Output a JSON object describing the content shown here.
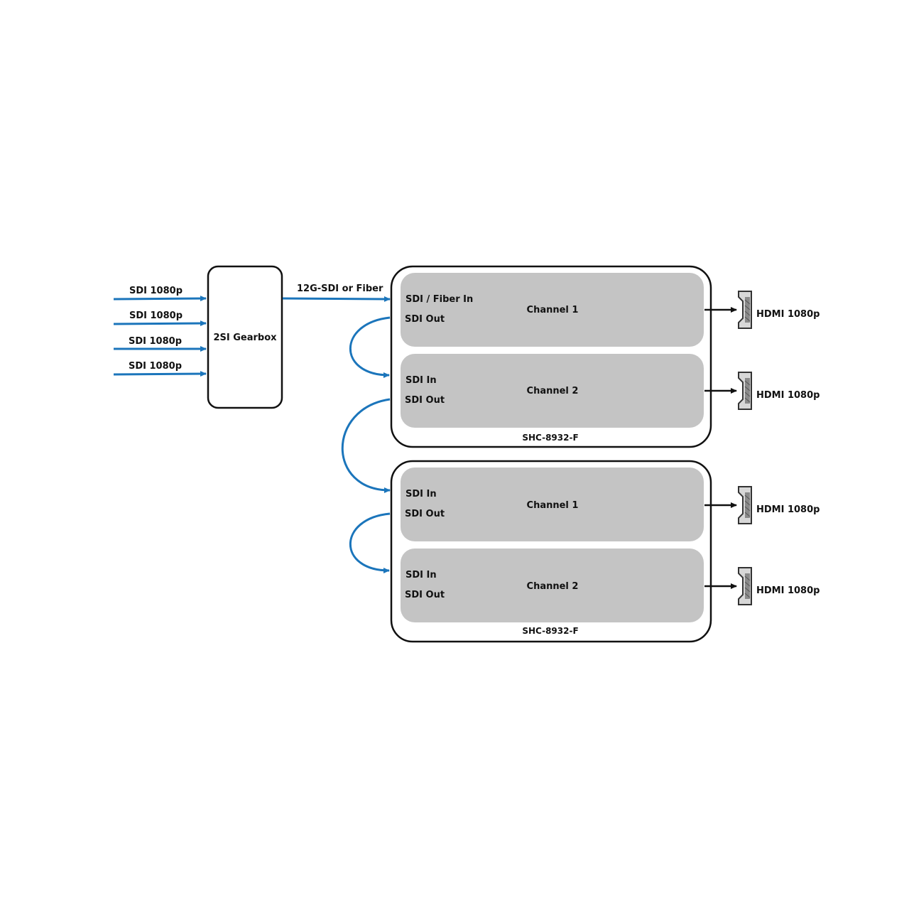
{
  "colors": {
    "signal": "#1b75bb",
    "hdmi_arrow": "#111111",
    "channel_fill": "#c4c4c4",
    "border": "#111111",
    "connector": "#8a8a8a"
  },
  "inputs": [
    {
      "label": "SDI 1080p"
    },
    {
      "label": "SDI 1080p"
    },
    {
      "label": "SDI 1080p"
    },
    {
      "label": "SDI 1080p"
    }
  ],
  "gearbox": {
    "label": "2SI Gearbox"
  },
  "link": {
    "label": "12G-SDI or Fiber"
  },
  "units": [
    {
      "model": "SHC-8932-F",
      "channels": [
        {
          "title": "Channel 1",
          "in_label": "SDI / Fiber In",
          "out_label": "SDI Out",
          "hdmi_label": "HDMI 1080p"
        },
        {
          "title": "Channel 2",
          "in_label": "SDI In",
          "out_label": "SDI Out",
          "hdmi_label": "HDMI 1080p"
        }
      ]
    },
    {
      "model": "SHC-8932-F",
      "channels": [
        {
          "title": "Channel 1",
          "in_label": "SDI In",
          "out_label": "SDI Out",
          "hdmi_label": "HDMI 1080p"
        },
        {
          "title": "Channel 2",
          "in_label": "SDI In",
          "out_label": "SDI Out",
          "hdmi_label": "HDMI 1080p"
        }
      ]
    }
  ],
  "icons": {
    "hdmi": "hdmi-connector-icon"
  }
}
